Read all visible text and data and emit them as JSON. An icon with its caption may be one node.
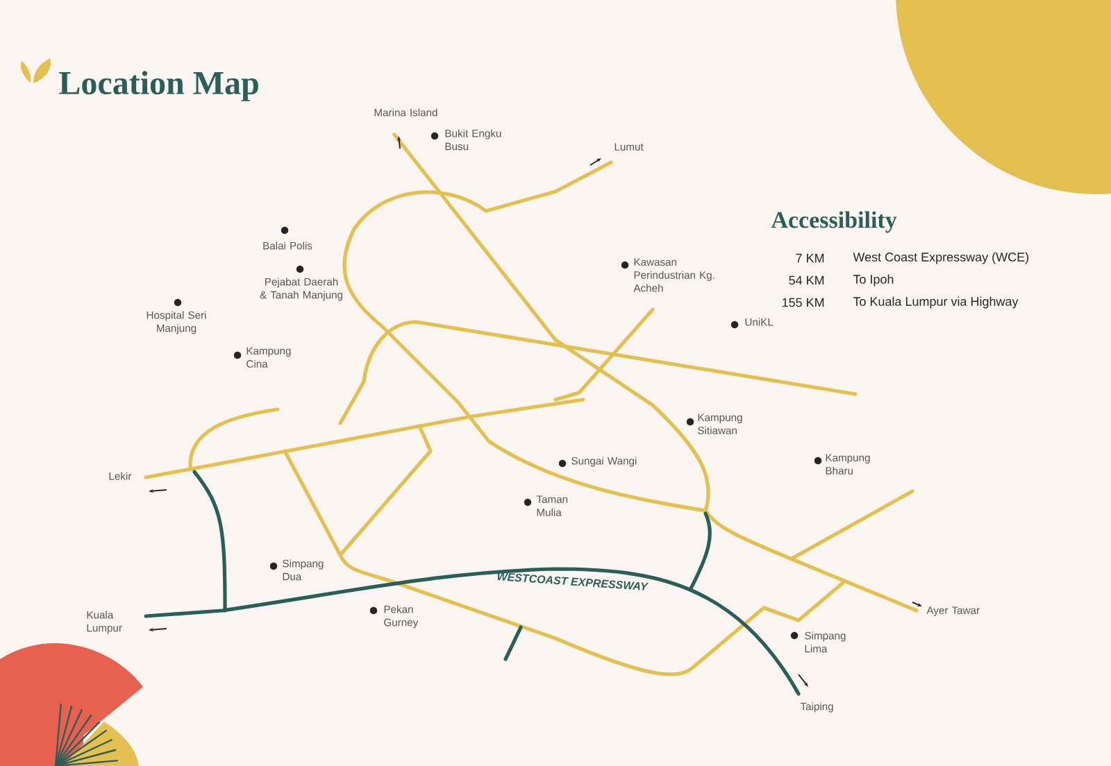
{
  "diagram": {
    "title": "Location Map",
    "labels": [
      "Marina Island",
      "Bukit Engku Busu",
      "Lumut",
      "Balai Polis",
      "Pejabat Daerah & Tanah Manjung",
      "Hospital Seri Manjung",
      "Kampung Cina",
      "Kawasan Perindustrian Kg. Acheh",
      "UniKL",
      "Lekir",
      "Kampung Sitiawan",
      "Sungai Wangi",
      "Kampung Bharu",
      "Taman Mulia",
      "Simpang Dua",
      "WESTCOAST EXPRESSWAY",
      "Kuala Lumpur",
      "Pekan Gurney",
      "Ayer Tawar",
      "Simpang Lima",
      "Taiping",
      "Accessibility",
      "7 KM",
      "West Coast Expressway (WCE)",
      "54 KM",
      "To Ipoh",
      "155 KM",
      "To Kuala Lumpur via Highway"
    ]
  }
}
